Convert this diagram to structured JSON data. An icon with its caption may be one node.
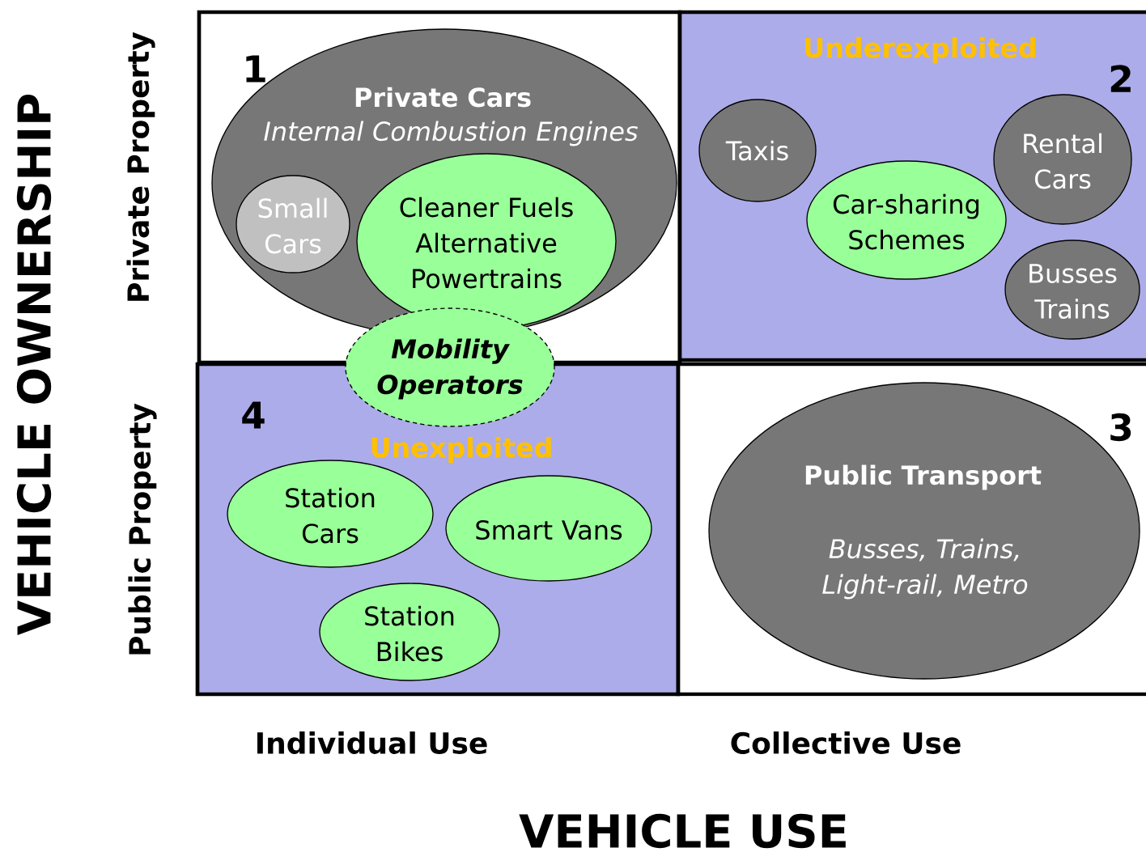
{
  "diagram": {
    "nodes": [
      {
        "text": [
          "1"
        ]
      },
      {
        "text": [
          "Private Cars",
          "Internal Combustion Engines"
        ],
        "in": 0
      },
      {
        "text": [
          "Small Cars"
        ],
        "in": 1
      },
      {
        "text": [
          "Cleaner Fuels Alternative Powertrains"
        ],
        "in": 1
      },
      {
        "text": [
          "Underexploited",
          "2"
        ]
      },
      {
        "text": [
          "Taxis"
        ],
        "in": 4
      },
      {
        "text": [
          "Rental Cars"
        ],
        "in": 4
      },
      {
        "text": [
          "Car-sharing Schemes"
        ],
        "in": 4
      },
      {
        "text": [
          "Busses Trains"
        ],
        "in": 4
      },
      {
        "text": [
          "Mobility Operators"
        ]
      },
      {
        "text": [
          "4",
          "Unexploited"
        ]
      },
      {
        "text": [
          "Station Cars"
        ],
        "in": 10
      },
      {
        "text": [
          "Smart Vans"
        ],
        "in": 10
      },
      {
        "text": [
          "Station Bikes"
        ],
        "in": 10
      },
      {
        "text": [
          "3"
        ]
      },
      {
        "text": [
          "Public Transport",
          "Busses, Trains, Light-rail, Metro"
        ],
        "in": 14
      }
    ],
    "labels": [
      "VEHICLE OWNERSHIP",
      "Private Property",
      "Public Property",
      "Individual Use",
      "Collective Use",
      "VEHICLE USE"
    ]
  }
}
